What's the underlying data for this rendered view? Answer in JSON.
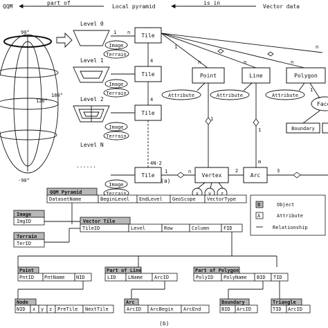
{
  "top_bar": {
    "qqm": "QQM",
    "part_of": "part of",
    "local_pyramid": "Local pyramid",
    "is_in": "is in",
    "vector_data": "Vector data"
  },
  "globe": {
    "lat_90n": "90°",
    "lat_90s": "-90°",
    "lon_120": "120°",
    "lon_180": "180°"
  },
  "levels": [
    "Level 0",
    "Level 1",
    "Level 2",
    "Level N",
    "......"
  ],
  "entities": {
    "tile": "Tile",
    "point": "Point",
    "line": "Line",
    "polygon": "Polygon",
    "vertex": "Vertex",
    "arc": "Arc",
    "face": "Face",
    "boundary": "Boundary"
  },
  "attributes": {
    "image": "Image",
    "terrain": "Terrain",
    "attribute": "Attribute",
    "x": "x",
    "y": "y",
    "z": "z"
  },
  "cardinalities": {
    "one": "1",
    "n": "n",
    "m": "m",
    "two": "2",
    "three": "3",
    "four": "4",
    "four_n2": "4N-2"
  },
  "caption_a": "(a)",
  "caption_b": "(b)",
  "legend": {
    "object_sym": "O",
    "object": "Object",
    "attribute_sym": "A",
    "attribute": "Attribute",
    "relationship": "Relationship"
  },
  "tables": {
    "qqm_pyramid": {
      "title": "QQM Pyramid",
      "cols": [
        "DatasetName",
        "BeginLevel",
        "EndLevel",
        "GeoScope",
        "VectorType"
      ]
    },
    "image": {
      "title": "Image",
      "cols": [
        "ImgID"
      ]
    },
    "terrain": {
      "title": "Terrain",
      "cols": [
        "TerID"
      ]
    },
    "vector_tile": {
      "title": "Vector Tile",
      "cols": [
        "TileID",
        "Level",
        "Row",
        "Column",
        "FID"
      ]
    },
    "point": {
      "title": "Point",
      "cols": [
        "PntID",
        "PntName",
        "NID"
      ]
    },
    "part_of_line": {
      "title": "Part of Line",
      "cols": [
        "LID",
        "LName",
        "ArcID"
      ]
    },
    "part_of_polygon": {
      "title": "Part of Polygon",
      "cols": [
        "PolyID",
        "PolyName",
        "BID",
        "TID"
      ]
    },
    "node": {
      "title": "Node",
      "cols": [
        "NID",
        "x",
        "y",
        "z",
        "PreTile",
        "NextTile"
      ]
    },
    "arc": {
      "title": "Arc",
      "cols": [
        "ArcID",
        "ArcBegin",
        "ArcEnd"
      ]
    },
    "boundary": {
      "title": "Boundary",
      "cols": [
        "BID",
        "ArcID"
      ]
    },
    "triangle": {
      "title": "Triangle",
      "cols": [
        "TID",
        "ArcID"
      ]
    }
  }
}
